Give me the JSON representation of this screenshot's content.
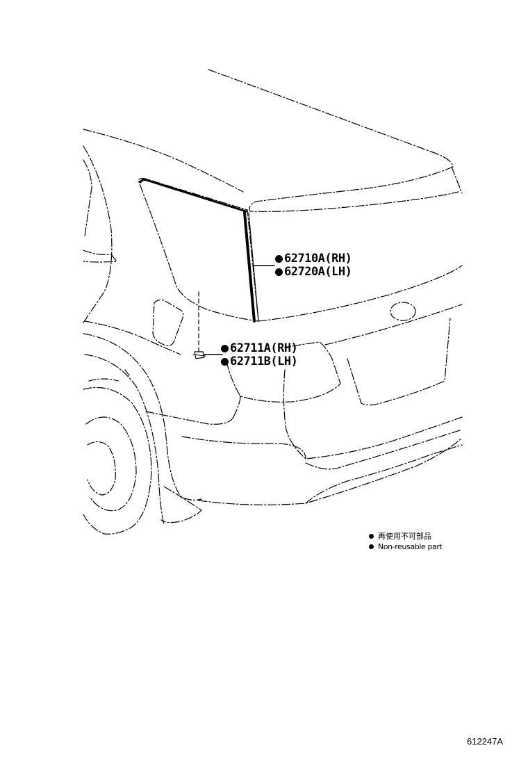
{
  "callouts": {
    "quarter_window_moulding": [
      {
        "part_no": "62710A(RH)",
        "non_reusable": true
      },
      {
        "part_no": "62720A(LH)",
        "non_reusable": true
      }
    ],
    "clip": [
      {
        "part_no": "62711A(RH)",
        "non_reusable": true
      },
      {
        "part_no": "62711B(LH)",
        "non_reusable": true
      }
    ]
  },
  "legend": {
    "items": [
      {
        "symbol": "filled-dot",
        "text": "再使用不可部品"
      },
      {
        "symbol": "filled-dot",
        "text": "Non-reusable part"
      }
    ]
  },
  "diagram_id": "612247A",
  "colors": {
    "line": "#000000",
    "background": "#ffffff"
  }
}
